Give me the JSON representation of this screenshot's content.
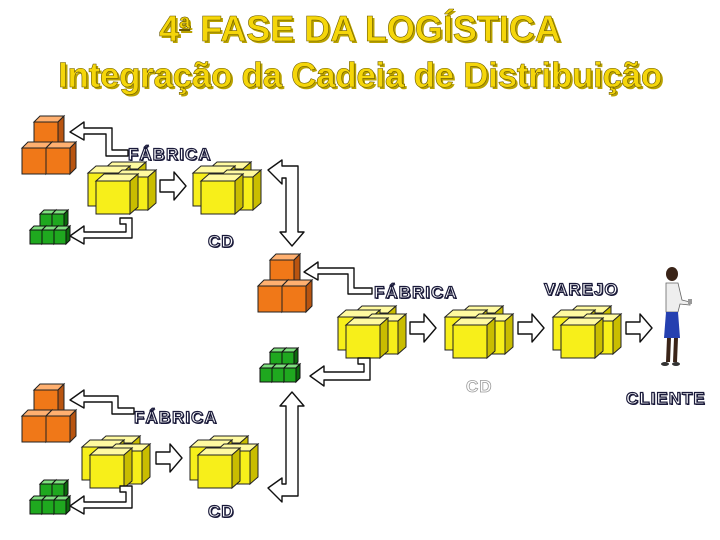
{
  "title": {
    "number": "4",
    "suffix": "a",
    "rest": " FASE DA LOGÍSTICA"
  },
  "subtitle": "Integração da Cadeia de Distribuição",
  "labels": {
    "fabrica1": "FÁBRICA",
    "cd1": "CD",
    "fabrica2": "FÁBRICA",
    "varejo": "VAREJO",
    "cd2": "CD",
    "cliente": "CLIENTE",
    "fabrica3": "FÁBRICA",
    "cd3": "CD"
  },
  "colors": {
    "title": "#f5d60a",
    "factory": "#f07818",
    "cd": "#1fa81f",
    "box": "#f7ef1a"
  }
}
